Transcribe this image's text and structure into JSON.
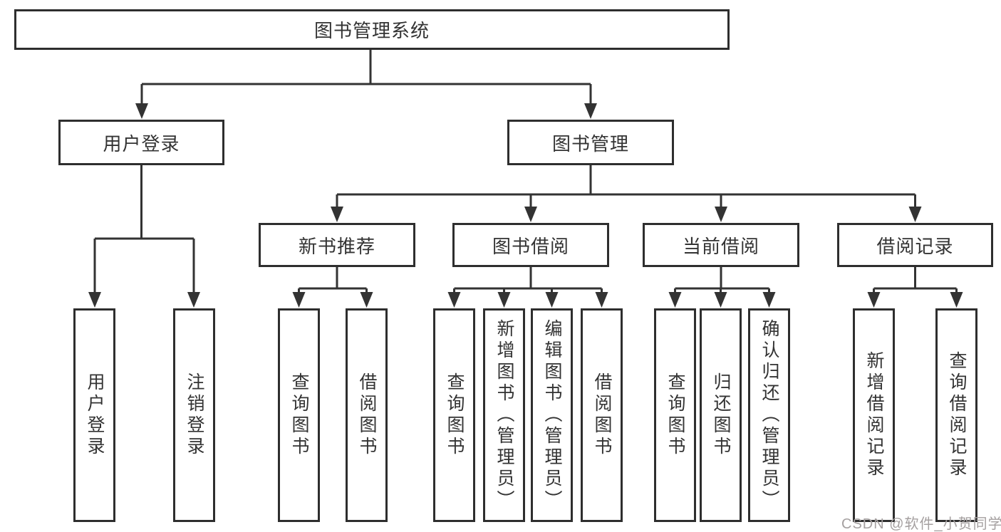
{
  "diagram": {
    "root": {
      "label": "图书管理系统"
    },
    "level2": [
      {
        "label": "用户登录"
      },
      {
        "label": "图书管理"
      }
    ],
    "level3": [
      {
        "label": "新书推荐"
      },
      {
        "label": "图书借阅"
      },
      {
        "label": "当前借阅"
      },
      {
        "label": "借阅记录"
      }
    ],
    "leaves": [
      {
        "label": "用户登录"
      },
      {
        "label": "注销登录"
      },
      {
        "label": "查询图书"
      },
      {
        "label": "借阅图书"
      },
      {
        "label": "查询图书"
      },
      {
        "label": "新增图书（管理员）"
      },
      {
        "label": "编辑图书（管理员）"
      },
      {
        "label": "借阅图书"
      },
      {
        "label": "查询图书"
      },
      {
        "label": "归还图书"
      },
      {
        "label": "确认归还（管理员）"
      },
      {
        "label": "新增借阅记录"
      },
      {
        "label": "查询借阅记录"
      }
    ]
  },
  "watermark": {
    "text": "CSDN @软件_小贺同学"
  },
  "colors": {
    "line": "#333333",
    "box_border": "#2e2e2e",
    "box_background": "#ffffff",
    "text": "#333333",
    "watermark_text": "#a5a0a0"
  }
}
